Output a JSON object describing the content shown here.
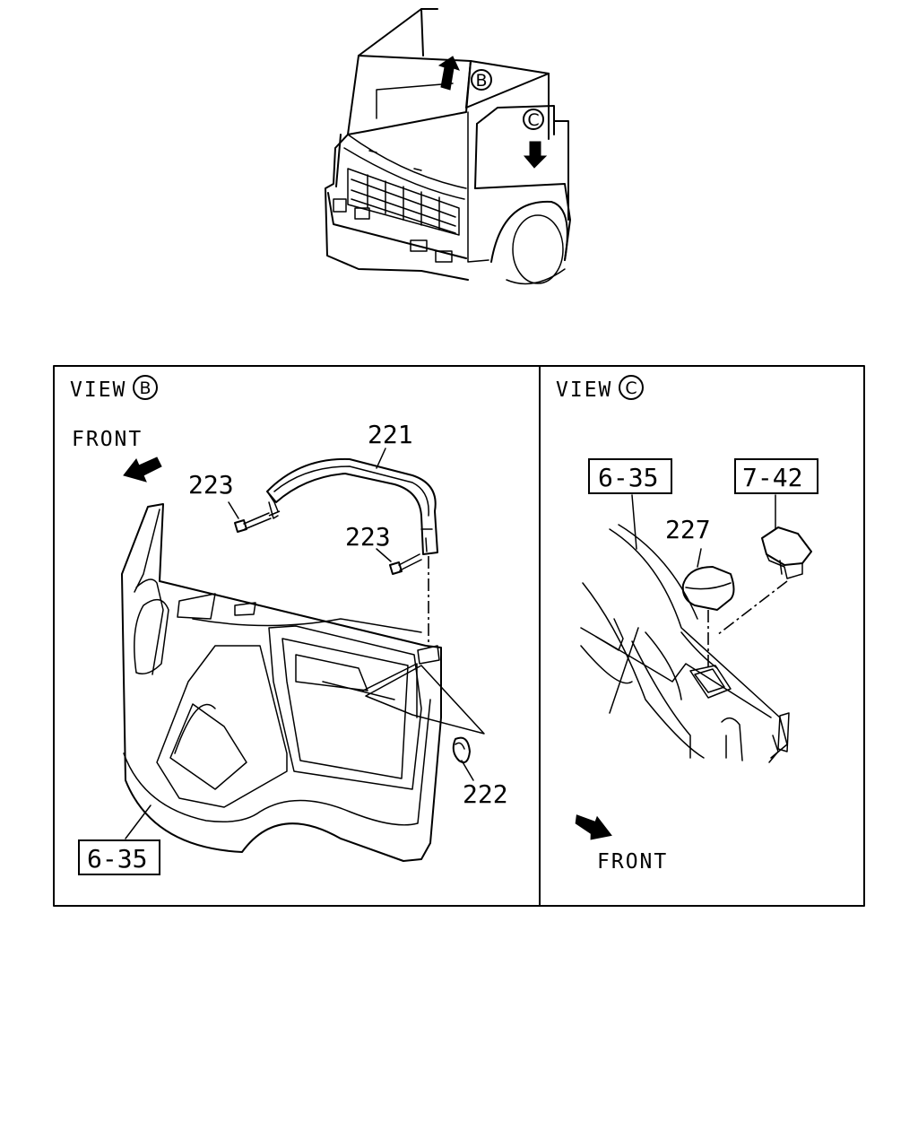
{
  "overview": {
    "marker_b": "B",
    "marker_c": "C"
  },
  "view_b": {
    "title": "VIEW",
    "circle": "B",
    "front_label": "FRONT",
    "parts": {
      "handle": "221",
      "cap": "222",
      "bolt_1": "223",
      "bolt_2": "223"
    },
    "ref_box": "6-35"
  },
  "view_c": {
    "title": "VIEW",
    "circle": "C",
    "front_label": "FRONT",
    "parts": {
      "cover": "227"
    },
    "ref_box_left": "6-35",
    "ref_box_right": "7-42"
  }
}
